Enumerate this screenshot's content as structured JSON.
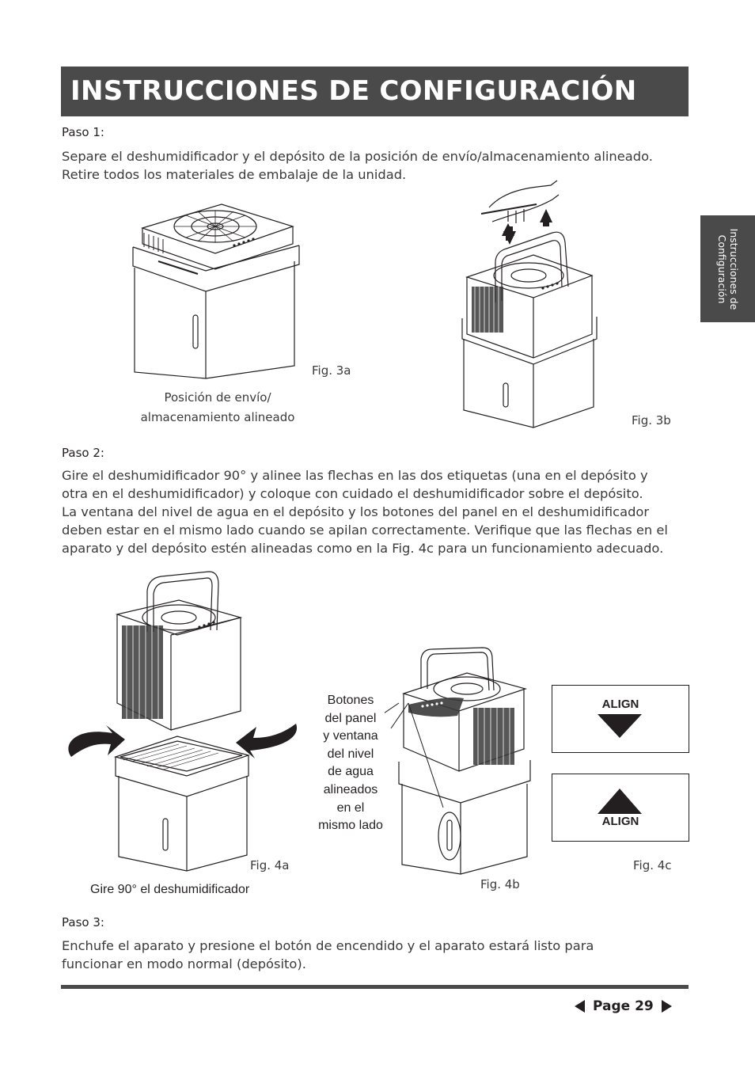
{
  "page": {
    "title": "INSTRUCCIONES DE CONFIGURACIÓN",
    "side_tab": "Instrucciones de\nConfiguración",
    "page_label": "Page 29"
  },
  "step1": {
    "heading": "Paso 1:",
    "lines": [
      "Separe el deshumidificador y el depósito de la posición de envío/almacenamiento alineado.",
      "Retire todos los materiales de embalaje de la unidad."
    ],
    "fig3a_label": "Fig. 3a",
    "fig3a_caption_1": "Posición de envío/",
    "fig3a_caption_2": "almacenamiento alineado",
    "fig3b_label": "Fig. 3b"
  },
  "step2": {
    "heading": "Paso 2:",
    "lines": [
      "Gire el deshumidificador 90° y alinee las flechas en las dos etiquetas (una en el depósito y",
      "otra en el deshumidificador) y coloque con cuidado el deshumidificador sobre el depósito.",
      "La ventana del nivel de agua en el depósito y los botones del panel en el deshumidificador",
      "deben estar en el mismo lado cuando se apilan correctamente. Verifique que las flechas en el",
      "aparato y del depósito estén alineadas como en la Fig. 4c para un funcionamiento adecuado."
    ],
    "fig4a_label": "Fig. 4a",
    "fig4a_caption": "Gire 90° el deshumidificador",
    "fig4b_label": "Fig. 4b",
    "fig4b_callout": "Botones\ndel panel\ny ventana\ndel nivel\nde agua\nalineados\nen el\nmismo lado",
    "fig4c_label": "Fig. 4c",
    "align_top": "ALIGN",
    "align_bottom": "ALIGN"
  },
  "step3": {
    "heading": "Paso 3:",
    "lines": [
      "Enchufe el aparato y presione el botón de encendido y el aparato estará listo para",
      "funcionar en modo normal (depósito)."
    ]
  },
  "icons": {
    "prev": "triangle-left-icon",
    "next": "triangle-right-icon"
  }
}
